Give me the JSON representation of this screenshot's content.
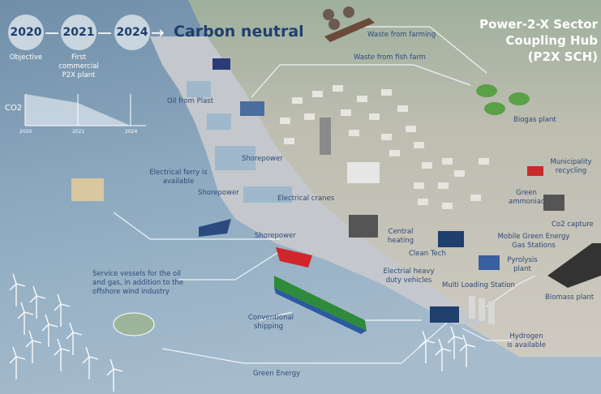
{
  "timeline": {
    "steps": [
      {
        "year": "2020",
        "caption": "Objective"
      },
      {
        "year": "2021",
        "caption": "First commercial P2X plant"
      },
      {
        "year": "2024",
        "caption": ""
      }
    ],
    "goal": "Carbon neutral"
  },
  "co2_chart": {
    "ylabel": "CO2",
    "ticks": [
      "2020",
      "2021",
      "2024"
    ],
    "values": [
      1.0,
      0.72,
      0.0
    ]
  },
  "title": {
    "line1": "Power-2-X Sector",
    "line2": "Coupling Hub",
    "line3": "(P2X SCH)"
  },
  "labels": {
    "waste_farming": "Waste from farming",
    "waste_fish": "Waste from fish farm",
    "oil_plast": "Oil from Plast",
    "biogas": "Biogas plant",
    "shorepower1": "Shorepower",
    "shorepower2": "Shorepower",
    "shorepower3": "Shorepower",
    "ferry": "Electrical ferry is available",
    "cranes": "Electrical cranes",
    "municipality": "Municipality recycling",
    "ammoniac": "Green ammoniac",
    "co2capture": "Co2 capture",
    "central_heating": "Central heating",
    "clean_tech": "Clean Tech",
    "mobile_gas": "Mobile Green Energy Gas Stations",
    "pyrolysis": "Pyrolysis plant",
    "heavy_vehicles": "Electrial heavy duty vehicles",
    "multi_loading": "Multi Loading Station",
    "biomass": "Biomass plant",
    "service_vessels": "Service vessels for the oil and gas, in addition to the offshore wind industry",
    "conventional": "Conventional shipping",
    "hydrogen": "Hydrogen is available",
    "green_energy": "Green Energy"
  },
  "colors": {
    "sea": "#8eaac0",
    "land": "#c9c6bb",
    "green": "#a9b7a4",
    "text": "#2e4a78",
    "wifi": "#e8e23a"
  }
}
